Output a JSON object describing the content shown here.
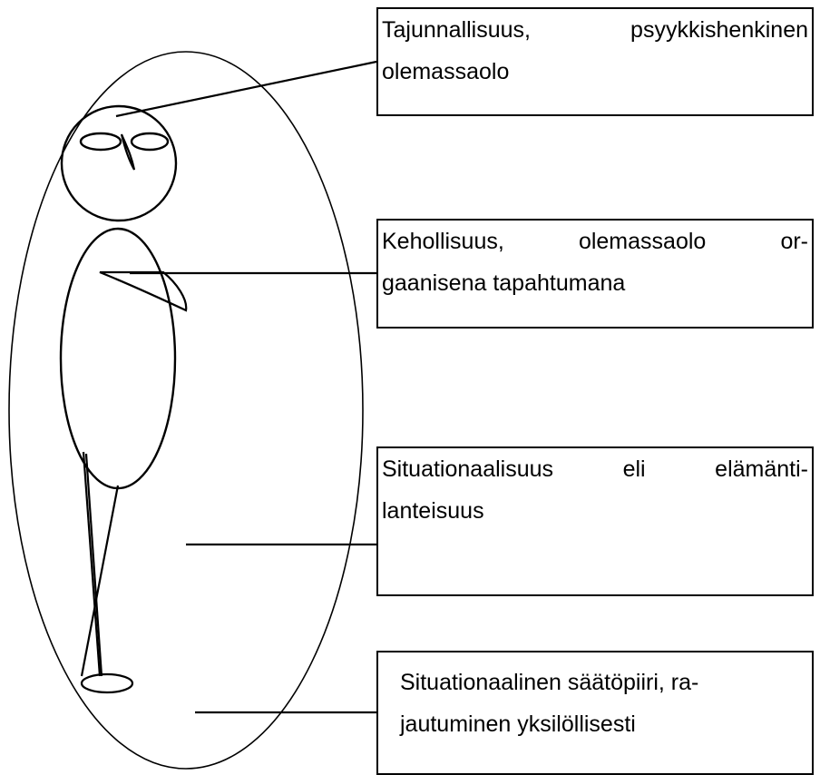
{
  "diagram": {
    "boxes": [
      {
        "lines": [
          "Tajunnallisuus, psyykkishenkinen",
          "olemassaolo"
        ]
      },
      {
        "lines": [
          "Kehollisuus,   olemassaolo   or-",
          "gaanisena tapahtumana"
        ]
      },
      {
        "lines": [
          "Situationaalisuus   eli   elämänti-",
          "lanteisuus"
        ]
      },
      {
        "lines": [
          "Situationaalinen säätöpiiri, ra-",
          "jautuminen yksilöllisesti"
        ]
      }
    ]
  }
}
